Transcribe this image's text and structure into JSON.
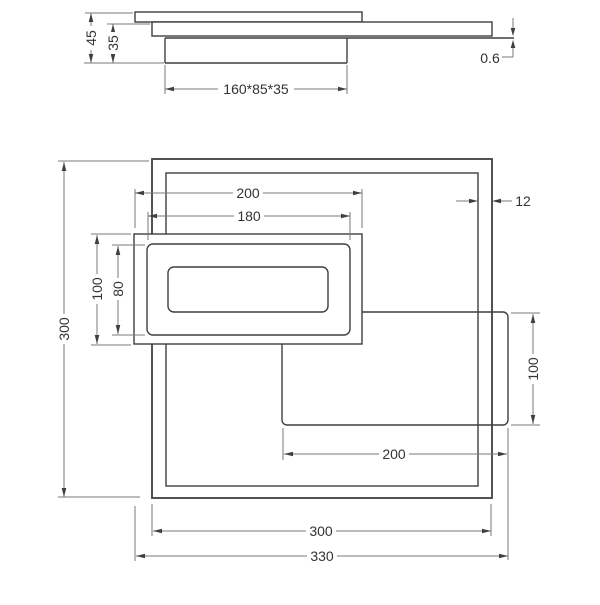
{
  "drawing": {
    "side_view": {
      "height_total": "45",
      "height_mount": "35",
      "mount_box_size": "160*85*35",
      "plate_thickness": "0.6"
    },
    "plan_view": {
      "frame_outer_width": "200",
      "frame_inner_width": "180",
      "rim_width": "12",
      "body_height": "300",
      "frame_outer_height": "100",
      "frame_inner_height": "80",
      "right_frame_height": "100",
      "right_frame_width": "200",
      "body_width": "300",
      "overall_width": "330"
    },
    "colors": {
      "object_line": "#3f3f3f",
      "dimension_line": "#7a7a7a",
      "text": "#333333",
      "background": "#ffffff"
    }
  }
}
